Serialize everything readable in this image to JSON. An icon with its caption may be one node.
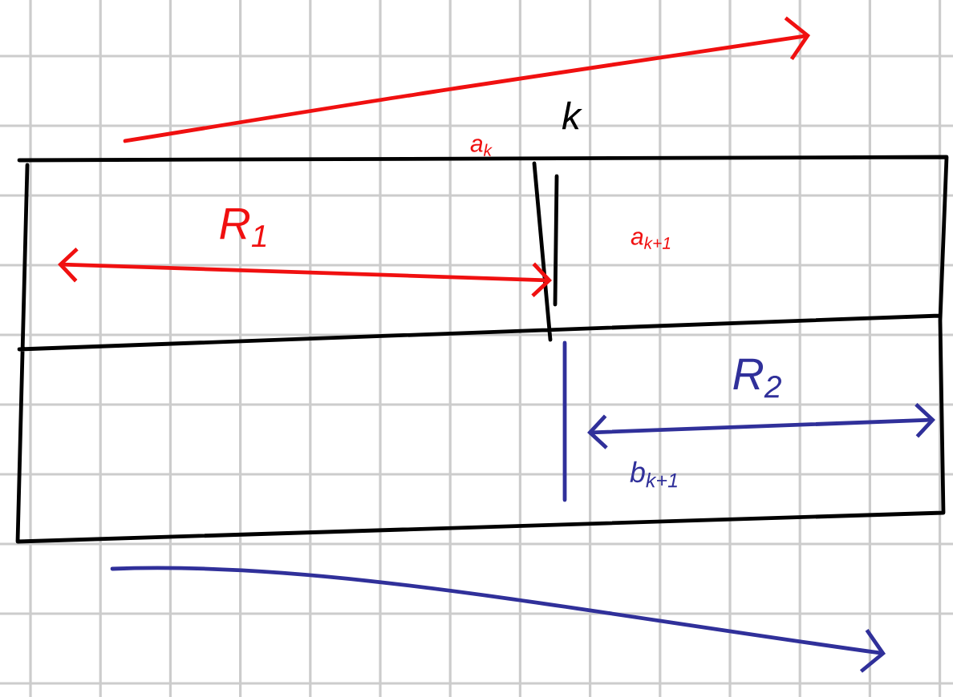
{
  "diagram": {
    "labels": [
      "a$_{k}$",
      "k",
      "R$_{1}$",
      "a$_{k+1}$",
      "R$_{2}$",
      "b$_{k+1}$"
    ]
  }
}
